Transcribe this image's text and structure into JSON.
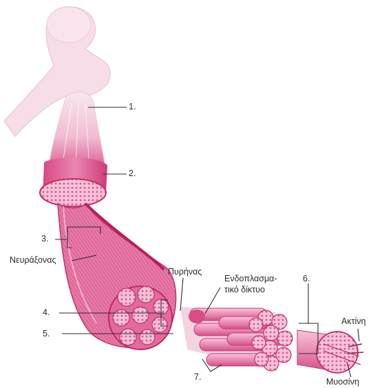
{
  "labels": {
    "n1": "1.",
    "n2": "2.",
    "n3": "3.",
    "n4": "4.",
    "n5": "5.",
    "n6": "6.",
    "n7": "7.",
    "neuraxonas": "Νευράξονας",
    "pyrinas": "Πυρήνας",
    "endoplasm_line1": "Ενδοπλασμα-",
    "endoplasm_line2": "τικό δίκτυο",
    "aktini": "Ακτίνη",
    "myosini": "Μυοσίνη"
  },
  "colors": {
    "bone": "#f6dbe6",
    "muscle_light": "#f2b3cc",
    "muscle": "#e2669a",
    "muscle_dark": "#c8336f",
    "fiber_fill": "#f7c7da",
    "line": "#2a2a2a"
  }
}
